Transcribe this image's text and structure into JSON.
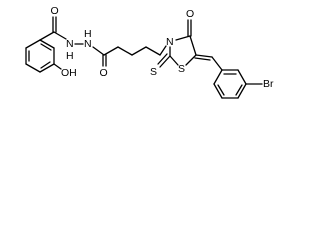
{
  "molecule": {
    "atom_labels": {
      "amide_oxygen": "O",
      "hydrazide_nh_left": "N",
      "hydrazide_nh_left_h": "H",
      "hydrazide_nh_right": "N",
      "hydrazide_nh_right_h": "H",
      "hydroxyl": "OH",
      "butanoyl_oxygen": "O",
      "ring_nitrogen": "N",
      "ring_carbonyl_oxygen": "O",
      "thioxo_sulfur": "S",
      "ring_sulfur": "S",
      "bromo": "Br"
    }
  }
}
